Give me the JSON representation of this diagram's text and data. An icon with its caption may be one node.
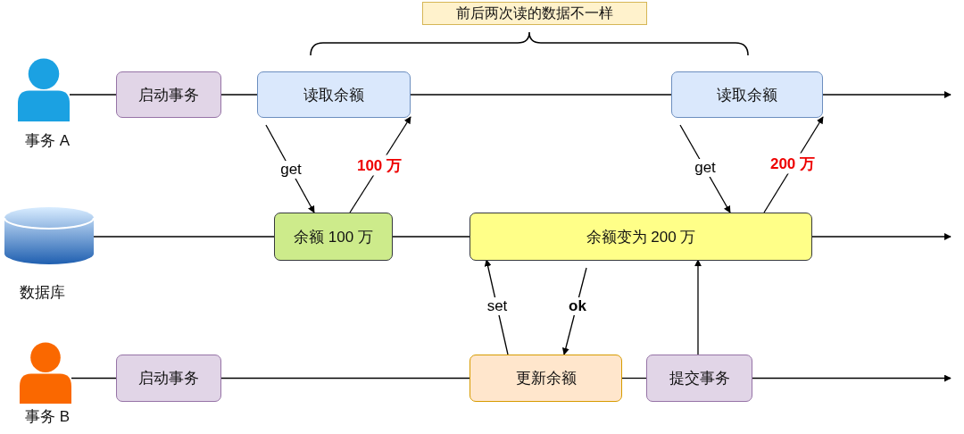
{
  "diagram": {
    "nodes": [
      {
        "text": [
          "前后两次读的数据不一样"
        ]
      },
      {
        "text": [],
        "shape": "person",
        "beside": [
          "事务 A"
        ]
      },
      {
        "text": [
          "启动事务"
        ]
      },
      {
        "text": [
          "读取余额"
        ]
      },
      {
        "text": [
          "读取余额"
        ]
      },
      {
        "text": [],
        "shape": "cylinder",
        "beside": [
          "数据库"
        ]
      },
      {
        "text": [
          "余额 100 万"
        ]
      },
      {
        "text": [
          "余额变为 200 万"
        ]
      },
      {
        "text": [],
        "shape": "person",
        "beside": [
          "事务 B"
        ]
      },
      {
        "text": [
          "启动事务"
        ]
      },
      {
        "text": [
          "更新余额"
        ]
      },
      {
        "text": [
          "提交事务"
        ]
      }
    ],
    "edges": [
      {
        "from": 1,
        "to": 2,
        "arrow": "none"
      },
      {
        "from": 2,
        "to": 3,
        "arrow": "none"
      },
      {
        "from": 3,
        "to": 4,
        "arrow": "none"
      },
      {
        "from": 4,
        "to": null,
        "arrow": "to"
      },
      {
        "from": 5,
        "to": 6,
        "arrow": "none"
      },
      {
        "from": 6,
        "to": 7,
        "arrow": "none"
      },
      {
        "from": 7,
        "to": null,
        "arrow": "to"
      },
      {
        "from": 8,
        "to": 9,
        "arrow": "none"
      },
      {
        "from": 9,
        "to": 10,
        "arrow": "none"
      },
      {
        "from": 10,
        "to": 11,
        "arrow": "none"
      },
      {
        "from": 11,
        "to": null,
        "arrow": "to"
      },
      {
        "from": 3,
        "to": 6,
        "arrow": "to",
        "label": "get"
      },
      {
        "from": 6,
        "to": 3,
        "arrow": "to",
        "label": "100 万"
      },
      {
        "from": 4,
        "to": 7,
        "arrow": "to",
        "label": "get"
      },
      {
        "from": 7,
        "to": 4,
        "arrow": "to",
        "label": "200 万"
      },
      {
        "from": 10,
        "to": 7,
        "arrow": "to",
        "label": "set"
      },
      {
        "from": 7,
        "to": 10,
        "arrow": "to",
        "label": "ok"
      },
      {
        "from": 11,
        "to": 7,
        "arrow": "to"
      }
    ]
  }
}
